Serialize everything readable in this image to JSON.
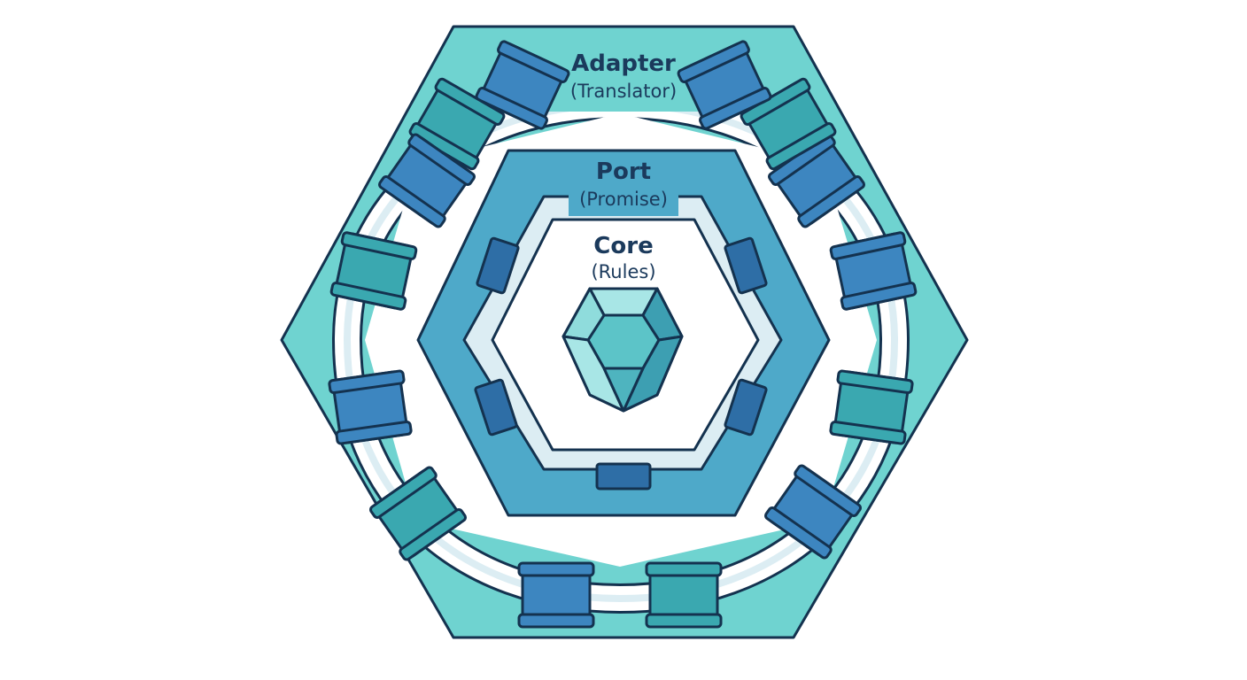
{
  "colors": {
    "outline": "#14324f",
    "adapter_fill": "#6fd3d0",
    "port_fill": "#4ea9c9",
    "port_inner_band": "#dcedf3",
    "core_fill": "#ffffff",
    "connector_blue": "#3d86c0",
    "connector_teal": "#3aa8b0",
    "port_slot": "#2e6ea6",
    "gem_light": "#a8e6e6",
    "gem_mid": "#5cc4c8",
    "gem_dark": "#3d9fb2"
  },
  "layers": {
    "adapter": {
      "title": "Adapter",
      "subtitle": "(Translator)"
    },
    "port": {
      "title": "Port",
      "subtitle": "(Promise)"
    },
    "core": {
      "title": "Core",
      "subtitle": "(Rules)",
      "icon": "gem-icon"
    }
  }
}
